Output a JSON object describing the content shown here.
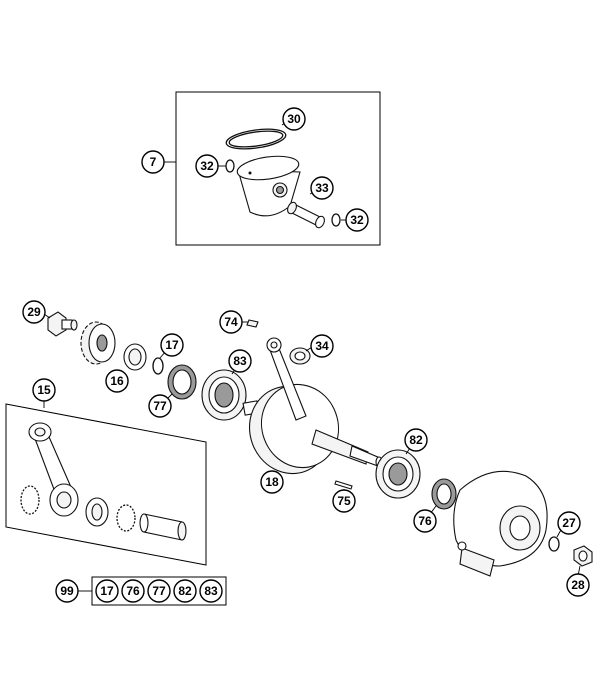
{
  "diagram": {
    "callouts": {
      "c7": "7",
      "c30": "30",
      "c32a": "32",
      "c33": "33",
      "c32b": "32",
      "c29": "29",
      "c74": "74",
      "c34": "34",
      "c17": "17",
      "c83": "83",
      "c16": "16",
      "c77": "77",
      "c15": "15",
      "c82": "82",
      "c18": "18",
      "c75": "75",
      "c76": "76",
      "c27": "27",
      "c28": "28"
    },
    "kit": {
      "number": "99",
      "items": [
        "17",
        "76",
        "77",
        "82",
        "83"
      ]
    }
  }
}
